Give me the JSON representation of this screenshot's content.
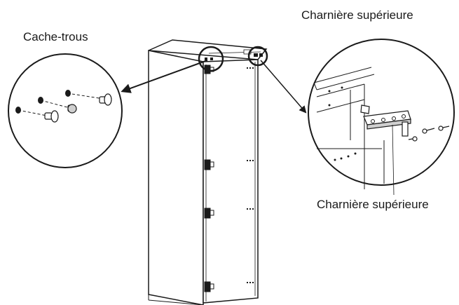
{
  "labels": {
    "hole_caps": "Cache-trous",
    "upper_hinge_top": "Charnière supérieure",
    "upper_hinge_bottom": "Charnière supérieure"
  },
  "colors": {
    "line": "#1a1a1a",
    "background": "#ffffff",
    "shade": "#cfcfcf"
  },
  "icons": {
    "arrow_left": "arrow-icon",
    "arrow_right": "arrow-icon"
  }
}
